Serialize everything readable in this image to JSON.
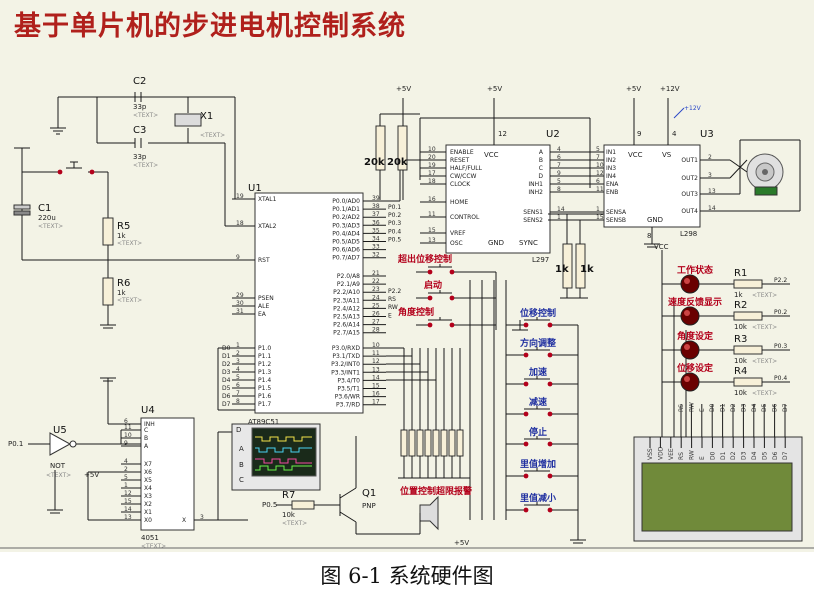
{
  "title": "基于单片机的步进电机控制系统",
  "caption": "图 6-1 系统硬件图",
  "chips": {
    "u1": {
      "ref": "U1",
      "part": "AT89C51",
      "left_pins": [
        {
          "n": "19",
          "name": "XTAL1"
        },
        {
          "n": "18",
          "name": "XTAL2"
        },
        {
          "n": "9",
          "name": "RST"
        },
        {
          "n": "29",
          "name": "PSEN"
        },
        {
          "n": "30",
          "name": "ALE"
        },
        {
          "n": "31",
          "name": "EA"
        },
        {
          "n": "1",
          "name": "P1.0"
        },
        {
          "n": "2",
          "name": "P1.1"
        },
        {
          "n": "3",
          "name": "P1.2"
        },
        {
          "n": "4",
          "name": "P1.3"
        },
        {
          "n": "5",
          "name": "P1.4"
        },
        {
          "n": "6",
          "name": "P1.5"
        },
        {
          "n": "7",
          "name": "P1.6"
        },
        {
          "n": "8",
          "name": "P1.7"
        }
      ],
      "right_pins": [
        {
          "n": "39",
          "name": "P0.0/AD0"
        },
        {
          "n": "38",
          "name": "P0.1/AD1"
        },
        {
          "n": "37",
          "name": "P0.2/AD2"
        },
        {
          "n": "36",
          "name": "P0.3/AD3"
        },
        {
          "n": "35",
          "name": "P0.4/AD4"
        },
        {
          "n": "34",
          "name": "P0.5/AD5"
        },
        {
          "n": "33",
          "name": "P0.6/AD6"
        },
        {
          "n": "32",
          "name": "P0.7/AD7"
        },
        {
          "n": "21",
          "name": "P2.0/A8"
        },
        {
          "n": "22",
          "name": "P2.1/A9"
        },
        {
          "n": "23",
          "name": "P2.2/A10"
        },
        {
          "n": "24",
          "name": "P2.3/A11"
        },
        {
          "n": "25",
          "name": "P2.4/A12"
        },
        {
          "n": "26",
          "name": "P2.5/A13"
        },
        {
          "n": "27",
          "name": "P2.6/A14"
        },
        {
          "n": "28",
          "name": "P2.7/A15"
        },
        {
          "n": "10",
          "name": "P3.0/RXD"
        },
        {
          "n": "11",
          "name": "P3.1/TXD"
        },
        {
          "n": "12",
          "name": "P3.2/INT0"
        },
        {
          "n": "13",
          "name": "P3.3/INT1"
        },
        {
          "n": "14",
          "name": "P3.4/T0"
        },
        {
          "n": "15",
          "name": "P3.5/T1"
        },
        {
          "n": "16",
          "name": "P3.6/WR"
        },
        {
          "n": "17",
          "name": "P3.7/RD"
        }
      ]
    },
    "u2": {
      "ref": "U2",
      "part": "L297",
      "left_pins": [
        {
          "n": "10",
          "name": "ENABLE"
        },
        {
          "n": "20",
          "name": "RESET"
        },
        {
          "n": "19",
          "name": "HALF/FULL"
        },
        {
          "n": "17",
          "name": "CW/CCW"
        },
        {
          "n": "18",
          "name": "CLOCK"
        },
        {
          "n": "16",
          "name": "HOME"
        },
        {
          "n": "11",
          "name": "CONTROL"
        },
        {
          "n": "15",
          "name": "VREF"
        },
        {
          "n": "13",
          "name": "OSC"
        }
      ],
      "right_pins": [
        {
          "n": "4",
          "name": "A"
        },
        {
          "n": "6",
          "name": "B"
        },
        {
          "n": "7",
          "name": "C"
        },
        {
          "n": "9",
          "name": "D"
        },
        {
          "n": "5",
          "name": "INH1"
        },
        {
          "n": "8",
          "name": "INH2"
        },
        {
          "n": "14",
          "name": "SENS1"
        },
        {
          "n": "1",
          "name": "SENS2"
        }
      ],
      "bottom": [
        "GND",
        "SYNC"
      ],
      "vcc": "VCC",
      "vcc_pin": "12"
    },
    "u3": {
      "ref": "U3",
      "part": "L298",
      "left_pins": [
        {
          "n": "5",
          "name": "IN1"
        },
        {
          "n": "7",
          "name": "IN2"
        },
        {
          "n": "10",
          "name": "IN3"
        },
        {
          "n": "12",
          "name": "IN4"
        },
        {
          "n": "6",
          "name": "ENA"
        },
        {
          "n": "11",
          "name": "ENB"
        },
        {
          "n": "1",
          "name": "SENSA"
        },
        {
          "n": "15",
          "name": "SENSB"
        }
      ],
      "right_pins": [
        {
          "n": "2",
          "name": "OUT1"
        },
        {
          "n": "3",
          "name": "OUT2"
        },
        {
          "n": "13",
          "name": "OUT3"
        },
        {
          "n": "14",
          "name": "OUT4"
        }
      ],
      "top": [
        "VCC",
        "VS"
      ],
      "gnd": "GND",
      "top_pins": [
        "9",
        "4"
      ],
      "gnd_pin": "8"
    },
    "u4": {
      "ref": "U4",
      "part": "4051",
      "pins": [
        {
          "n": "6",
          "name": "INH"
        },
        {
          "n": "11",
          "name": "C"
        },
        {
          "n": "10",
          "name": "B"
        },
        {
          "n": "9",
          "name": "A"
        },
        {
          "n": "4",
          "name": "X7"
        },
        {
          "n": "2",
          "name": "X6"
        },
        {
          "n": "5",
          "name": "X5"
        },
        {
          "n": "1",
          "name": "X4"
        },
        {
          "n": "12",
          "name": "X3"
        },
        {
          "n": "15",
          "name": "X2"
        },
        {
          "n": "14",
          "name": "X1"
        },
        {
          "n": "13",
          "name": "X0"
        }
      ],
      "out": {
        "n": "3",
        "name": "X"
      }
    },
    "u5": {
      "ref": "U5",
      "part": "NOT",
      "text": "<TEXT>"
    }
  },
  "power": {
    "v5": "+5V",
    "v12": "+12V",
    "vcc": "VCC"
  },
  "components": {
    "c1": {
      "ref": "C1",
      "value": "220u",
      "text": "<TEXT>"
    },
    "c2": {
      "ref": "C2",
      "value": "33p",
      "text": "<TEXT>"
    },
    "c3": {
      "ref": "C3",
      "value": "33p",
      "text": "<TEXT>"
    },
    "x1": {
      "ref": "X1",
      "text": "<TEXT>"
    },
    "r5": {
      "ref": "R5",
      "value": "1k",
      "text": "<TEXT>"
    },
    "r6": {
      "ref": "R6",
      "value": "1k",
      "text": "<TEXT>"
    },
    "r7": {
      "ref": "R7",
      "value": "10k",
      "text": "<TEXT>"
    },
    "q1": {
      "ref": "Q1",
      "part": "PNP"
    },
    "r_pot": [
      "20k",
      "20k"
    ],
    "r_sense": [
      "1k",
      "1k"
    ],
    "r1": {
      "ref": "R1",
      "value": "1k",
      "text": "<TEXT>"
    },
    "r2": {
      "ref": "R2",
      "value": "10k",
      "text": "<TEXT>"
    },
    "r3": {
      "ref": "R3",
      "value": "10k",
      "text": "<TEXT>"
    },
    "r4": {
      "ref": "R4",
      "value": "10k",
      "text": "<TEXT>"
    }
  },
  "labels": {
    "p01": "P0.1",
    "p05": "P0.5",
    "p22": "P2.2",
    "p02": "P0.2",
    "p03": "P0.3",
    "p04": "P0.4",
    "p22b": "P2.2"
  },
  "net_left": [
    "P0.1",
    "P0.2",
    "P0.3",
    "P0.4",
    "P0.5"
  ],
  "net_p2": [
    "P2.2",
    "RS",
    "RW",
    "E"
  ],
  "d_nets": [
    "D0",
    "D1",
    "D2",
    "D3",
    "D4",
    "D5",
    "D6",
    "D7"
  ],
  "scope_channels": [
    "A",
    "B",
    "C",
    "D"
  ],
  "buttons_center": [
    "超出位移控制",
    "启动",
    "角度控制"
  ],
  "buttons_right": [
    "位移控制",
    "方向调整",
    "加速",
    "减速",
    "停止",
    "里值增加",
    "里值减小"
  ],
  "alarm_label": "位置控制超限报警",
  "leds": [
    "工作状态",
    "速度反馈显示",
    "角度设定",
    "位移设定"
  ],
  "lcd_pins": [
    "VSS",
    "VDD",
    "VEE",
    "RS",
    "RW",
    "E",
    "D0",
    "D1",
    "D2",
    "D3",
    "D4",
    "D5",
    "D6",
    "D7"
  ],
  "lcd_nets": [
    "RS",
    "RW",
    "E",
    "D0",
    "D1",
    "D2",
    "D3",
    "D4",
    "D5",
    "D6",
    "D7"
  ]
}
